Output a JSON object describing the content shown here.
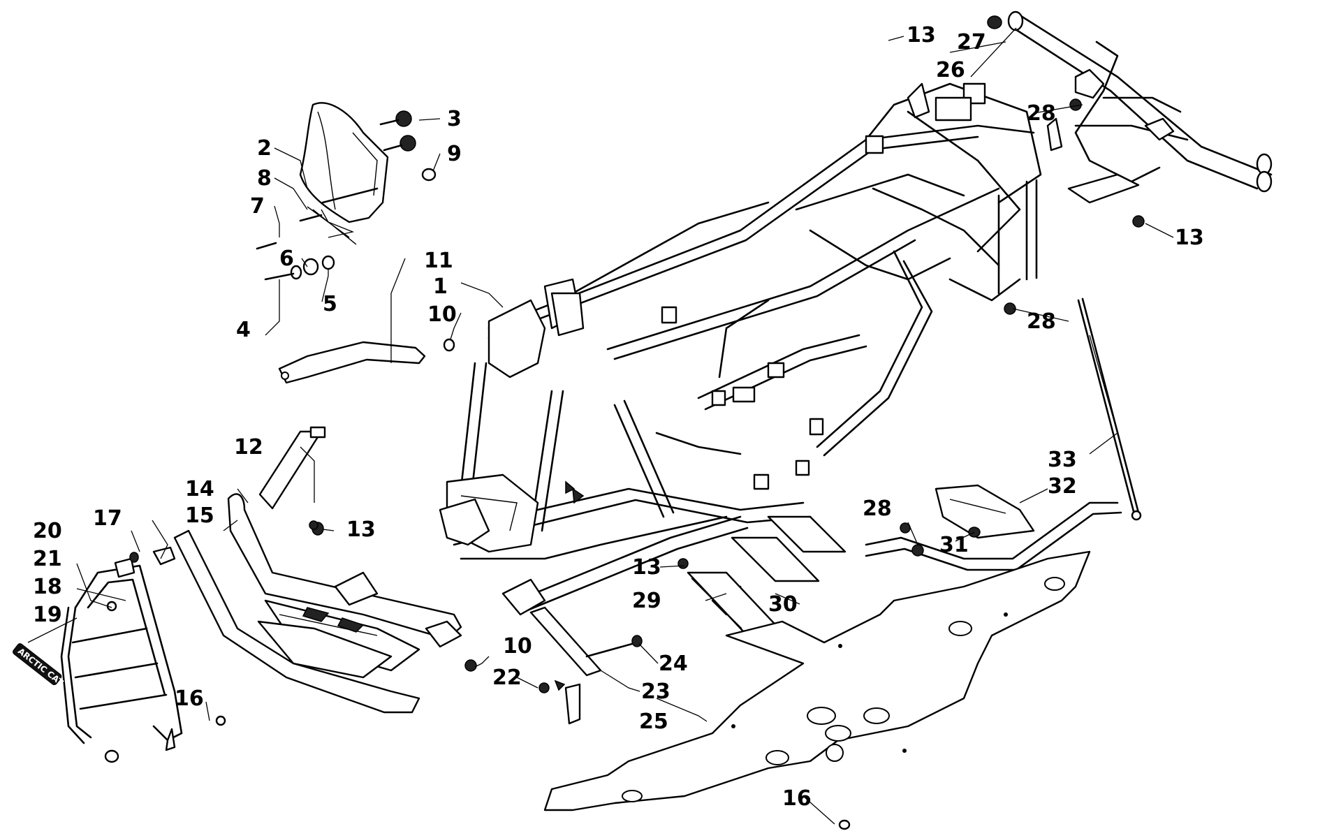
{
  "diagram": {
    "brand_badge": "ARCTIC CAT",
    "callouts": [
      {
        "id": "c1",
        "text": "1"
      },
      {
        "id": "c2",
        "text": "2"
      },
      {
        "id": "c3",
        "text": "3"
      },
      {
        "id": "c4",
        "text": "4"
      },
      {
        "id": "c5",
        "text": "5"
      },
      {
        "id": "c6",
        "text": "6"
      },
      {
        "id": "c7",
        "text": "7"
      },
      {
        "id": "c8",
        "text": "8"
      },
      {
        "id": "c9",
        "text": "9"
      },
      {
        "id": "c10a",
        "text": "10"
      },
      {
        "id": "c10b",
        "text": "10"
      },
      {
        "id": "c11",
        "text": "11"
      },
      {
        "id": "c12",
        "text": "12"
      },
      {
        "id": "c13a",
        "text": "13"
      },
      {
        "id": "c13b",
        "text": "13"
      },
      {
        "id": "c13c",
        "text": "13"
      },
      {
        "id": "c13d",
        "text": "13"
      },
      {
        "id": "c14",
        "text": "14"
      },
      {
        "id": "c15",
        "text": "15"
      },
      {
        "id": "c16a",
        "text": "16"
      },
      {
        "id": "c16b",
        "text": "16"
      },
      {
        "id": "c17",
        "text": "17"
      },
      {
        "id": "c18",
        "text": "18"
      },
      {
        "id": "c19",
        "text": "19"
      },
      {
        "id": "c20",
        "text": "20"
      },
      {
        "id": "c21",
        "text": "21"
      },
      {
        "id": "c22",
        "text": "22"
      },
      {
        "id": "c23",
        "text": "23"
      },
      {
        "id": "c24",
        "text": "24"
      },
      {
        "id": "c25",
        "text": "25"
      },
      {
        "id": "c26",
        "text": "26"
      },
      {
        "id": "c27",
        "text": "27"
      },
      {
        "id": "c28a",
        "text": "28"
      },
      {
        "id": "c28b",
        "text": "28"
      },
      {
        "id": "c28c",
        "text": "28"
      },
      {
        "id": "c29",
        "text": "29"
      },
      {
        "id": "c30",
        "text": "30"
      },
      {
        "id": "c31",
        "text": "31"
      },
      {
        "id": "c32",
        "text": "32"
      },
      {
        "id": "c33",
        "text": "33"
      }
    ]
  }
}
